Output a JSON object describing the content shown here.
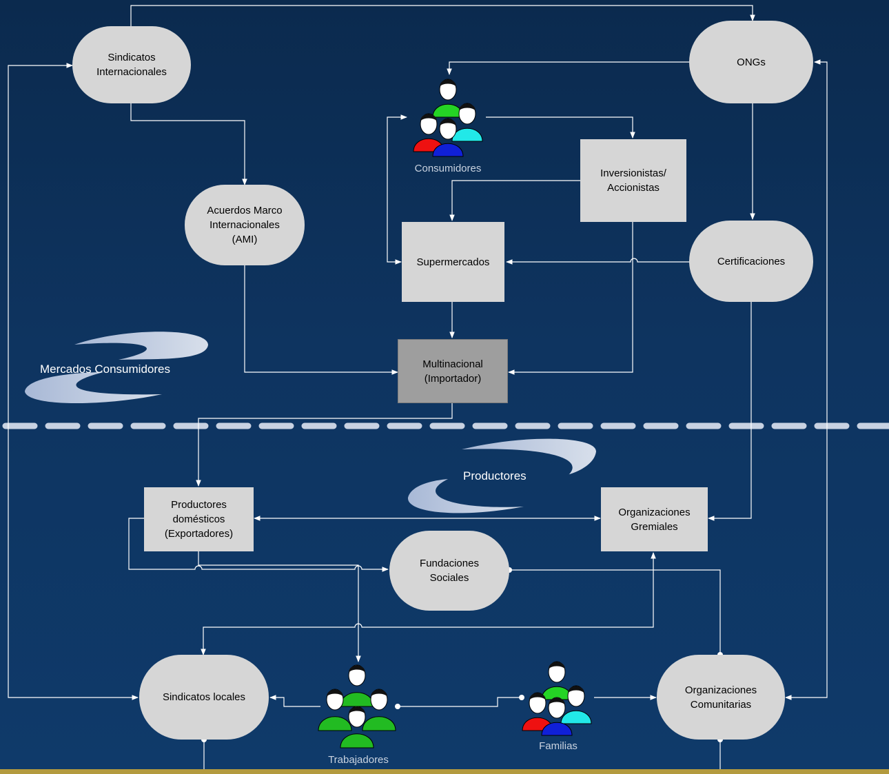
{
  "nodes": {
    "sindicatos_internacionales": "Sindicatos\nInternacionales",
    "ongs": "ONGs",
    "inversionistas": "Inversionistas/\nAccionistas",
    "acuerdos_marco": "Acuerdos Marco\nInternacionales\n(AMI)",
    "supermercados": "Supermercados",
    "certificaciones": "Certificaciones",
    "multinacional": "Multinacional\n(Importador)",
    "productores_domesticos": "Productores\ndomésticos\n(Exportadores)",
    "organizaciones_gremiales": "Organizaciones\nGremiales",
    "fundaciones_sociales": "Fundaciones\nSociales",
    "sindicatos_locales": "Sindicatos locales",
    "organizaciones_comunitarias": "Organizaciones\nComunitarias"
  },
  "people": {
    "consumidores": "Consumidores",
    "trabajadores": "Trabajadores",
    "familias": "Familias"
  },
  "regions": {
    "mercados_consumidores": "Mercados Consumidores",
    "productores": "Productores"
  },
  "colors": {
    "background_top": "#0b2a4e",
    "background_bottom": "#0f3a6a",
    "node_fill": "#d6d6d6",
    "multinacional_fill": "#9e9e9e",
    "connector": "#ffffff",
    "divider": "#c8d2e2",
    "accent_bar": "#b39a3e"
  }
}
